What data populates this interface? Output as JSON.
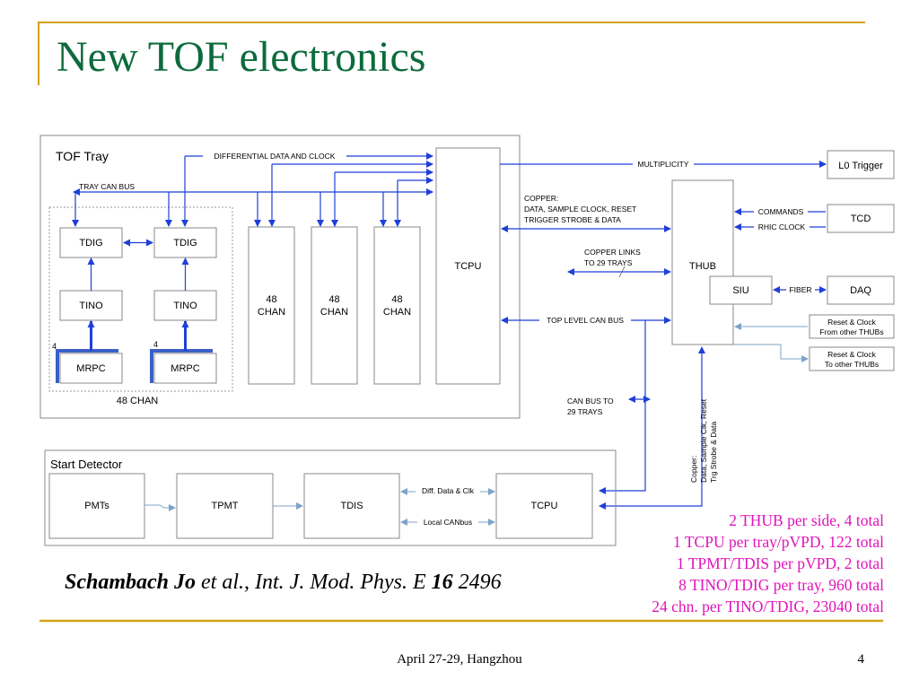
{
  "title": "New TOF electronics",
  "diagram": {
    "tof_tray": "TOF Tray",
    "differential_data_clock": "DIFFERENTIAL DATA AND CLOCK",
    "tray_can_bus": "TRAY CAN BUS",
    "tdig": "TDIG",
    "tino": "TINO",
    "mrpc": "MRPC",
    "four": "4",
    "chan48": "48 CHAN",
    "chan48_line1": "48",
    "chan48_line2": "CHAN",
    "tcpu": "TCPU",
    "thub": "THUB",
    "multiplicity": "MULTIPLICITY",
    "l0_trigger": "L0 Trigger",
    "copper_line1": "COPPER:",
    "copper_line2": "DATA,  SAMPLE CLOCK, RESET",
    "copper_line3": "TRIGGER STROBE & DATA",
    "commands": "COMMANDS",
    "tcd": "TCD",
    "rhic_clock": "RHIC CLOCK",
    "copper_links_line1": "COPPER LINKS",
    "copper_links_line2": "TO 29 TRAYS",
    "siu": "SIU",
    "fiber": "FIBER",
    "daq": "DAQ",
    "top_level_can_bus": "TOP LEVEL CAN BUS",
    "reset_clock_from_line1": "Reset & Clock",
    "reset_clock_from_line2": "From other THUBs",
    "reset_clock_to_line1": "Reset & Clock",
    "reset_clock_to_line2": "To other THUBs",
    "can_bus_29_line1": "CAN BUS TO",
    "can_bus_29_line2": "29 TRAYS",
    "vertical_copper_line1": "Copper:",
    "vertical_copper_line2": "Data, Sample Clk, Reset",
    "vertical_copper_line3": "Trg Strobe & Data",
    "start_detector": "Start Detector",
    "pmts": "PMTs",
    "tpmt": "TPMT",
    "tdis": "TDIS",
    "diff_data_clk": "Diff. Data & Clk",
    "local_canbus": "Local CANbus"
  },
  "citation": {
    "author": "Schambach Jo",
    "etal": " et al., ",
    "journal": "Int. J. Mod. Phys. E ",
    "volume": "16",
    "page": " 2496"
  },
  "notes": [
    "2 THUB per side, 4 total",
    "1 TCPU per tray/pVPD, 122 total",
    "1 TPMT/TDIS per pVPD, 2 total",
    "8 TINO/TDIG per tray, 960 total",
    "24 chn. per TINO/TDIG, 23040 total"
  ],
  "footer": {
    "date": "April 27-29, Hangzhou",
    "page": "4"
  },
  "colors": {
    "title": "#0c6b3c",
    "accent_rule": "#d4a017",
    "notes": "#e014b8",
    "arrow": "#1f3fd9",
    "arrow_light": "#7ea3c9"
  }
}
